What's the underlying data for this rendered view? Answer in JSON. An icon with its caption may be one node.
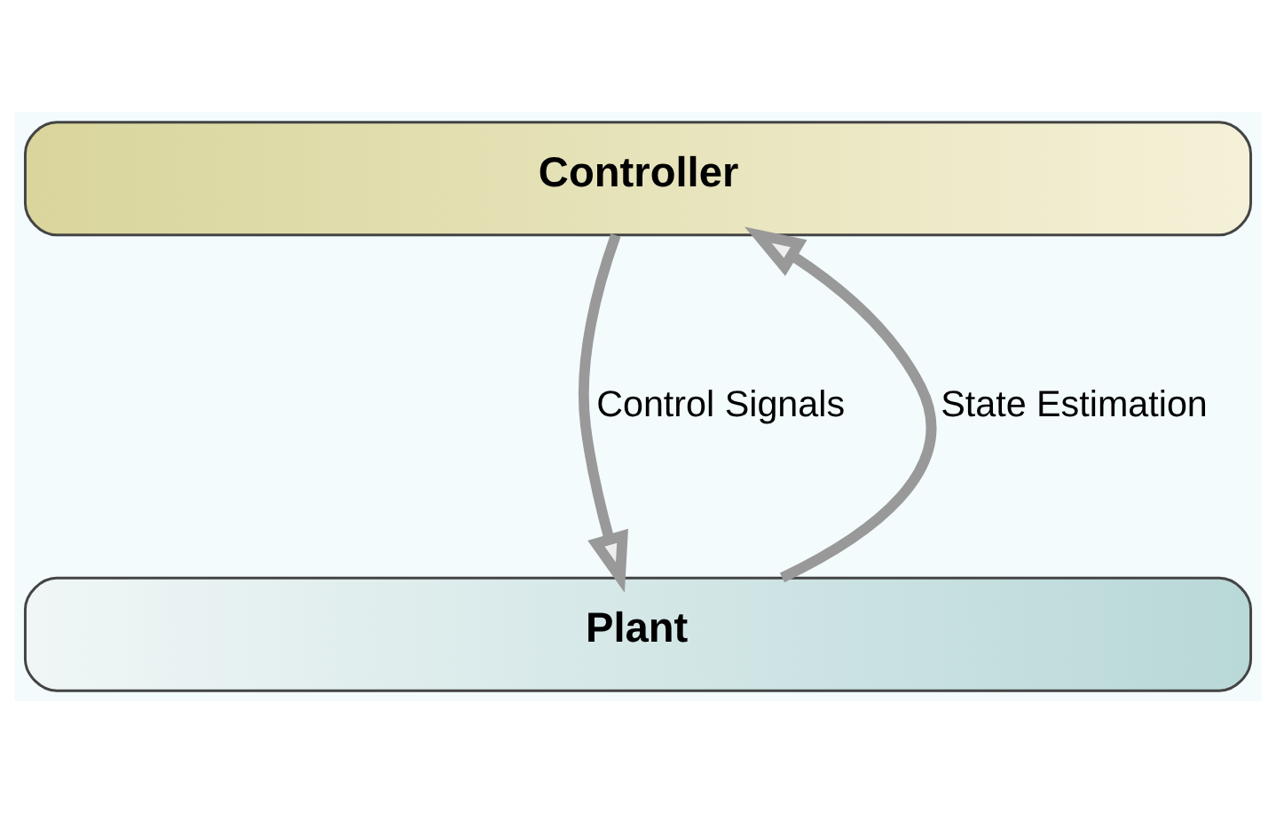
{
  "diagram": {
    "nodes": [
      {
        "text": [
          "Controller"
        ]
      },
      {
        "text": [
          "Plant"
        ]
      }
    ],
    "edges": [
      {
        "from": 1,
        "to": 0,
        "arrow": "to",
        "label": "State Estimation"
      },
      {
        "from": 0,
        "to": 1,
        "arrow": "to",
        "label": "Control Signals"
      }
    ]
  }
}
